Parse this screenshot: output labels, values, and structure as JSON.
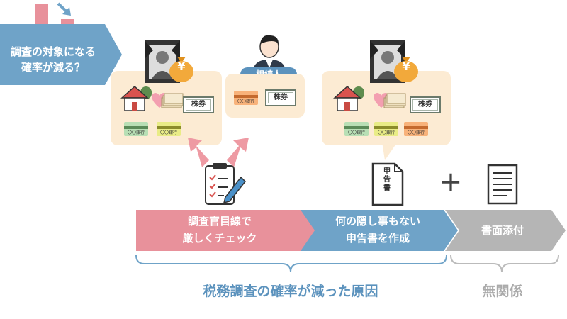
{
  "top_badge": {
    "line1": "調査の対象になる",
    "line2": "確率が減る？"
  },
  "heir_label": "相続人",
  "stock_label": "株券",
  "bank_label": "〇〇銀行",
  "yen_symbol": "¥",
  "doc_label": {
    "c1": "申",
    "c2": "告",
    "c3": "書"
  },
  "plus": "＋",
  "steps": [
    {
      "line1": "調査官目線で",
      "line2": "厳しくチェック"
    },
    {
      "line1": "何の隠し事もない",
      "line2": "申告書を作成"
    },
    {
      "line1": "書面添付"
    }
  ],
  "caption_left": "税務調査の確率が減った原因",
  "caption_right": "無関係",
  "colors": {
    "blue": "#6fa3c8",
    "pink": "#e8919b",
    "gray": "#b5b5b5",
    "bubble": "#fcebd3",
    "caption_blue": "#5b92bd"
  }
}
